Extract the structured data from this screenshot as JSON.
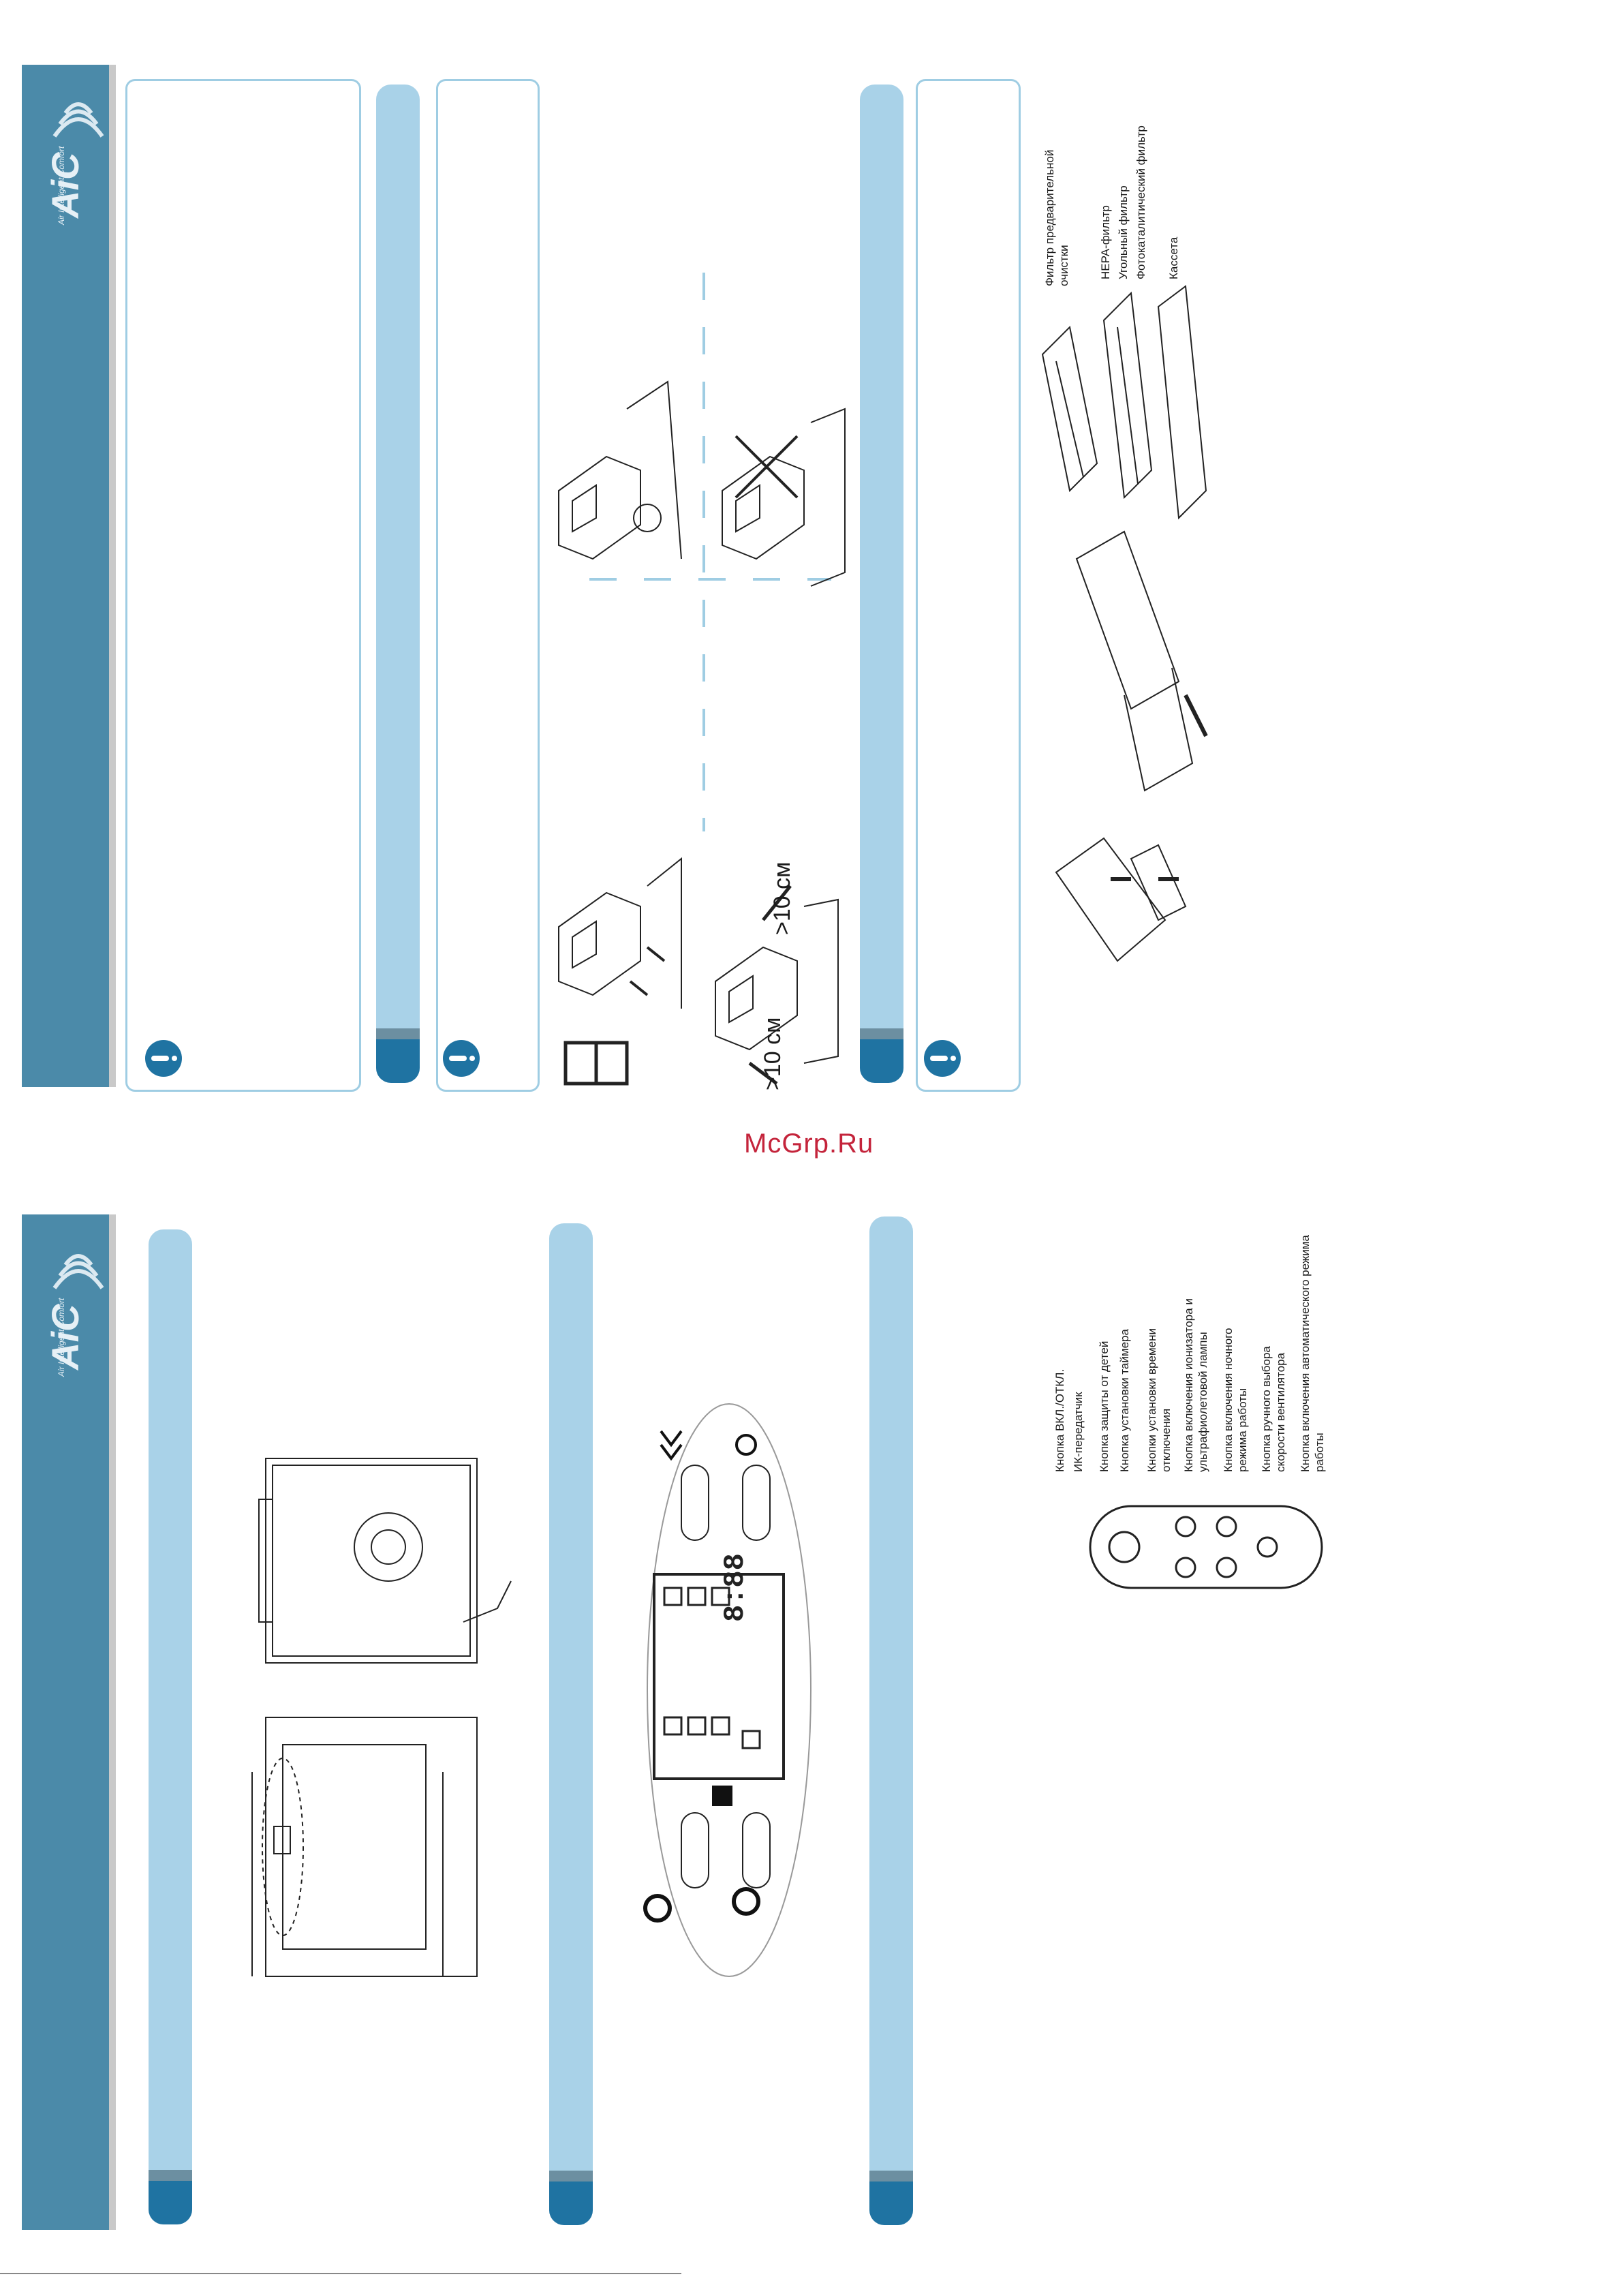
{
  "watermark": "McGrp.Ru",
  "brand": {
    "logo_text": "AiC",
    "tagline": "Air Intelligent Comfort"
  },
  "placement": {
    "distance_left": ">10 см",
    "distance_right": ">10 см"
  },
  "filters": {
    "labels": [
      "Фильтр предварительной очистки",
      "HEPA-фильтр",
      "Угольный фильтр",
      "Фотокаталитический фильтр",
      "Кассета"
    ]
  },
  "remote": {
    "labels": [
      "Кнопка ВКЛ./ОТКЛ.",
      "ИК-передатчик",
      "Кнопка защиты от детей",
      "Кнопка установки таймера",
      "Кнопки установки времени отключения",
      "Кнопка включения ионизатора и ультрафиолетовой лампы",
      "Кнопка включения ночного режима работы",
      "Кнопка ручного выбора скорости вентилятора",
      "Кнопка включения автоматического режима работы"
    ]
  },
  "colors": {
    "sidebar": "#4b8aa9",
    "accent": "#1f73a2",
    "bar": "#a9d2e8",
    "watermark": "#c4243b"
  }
}
